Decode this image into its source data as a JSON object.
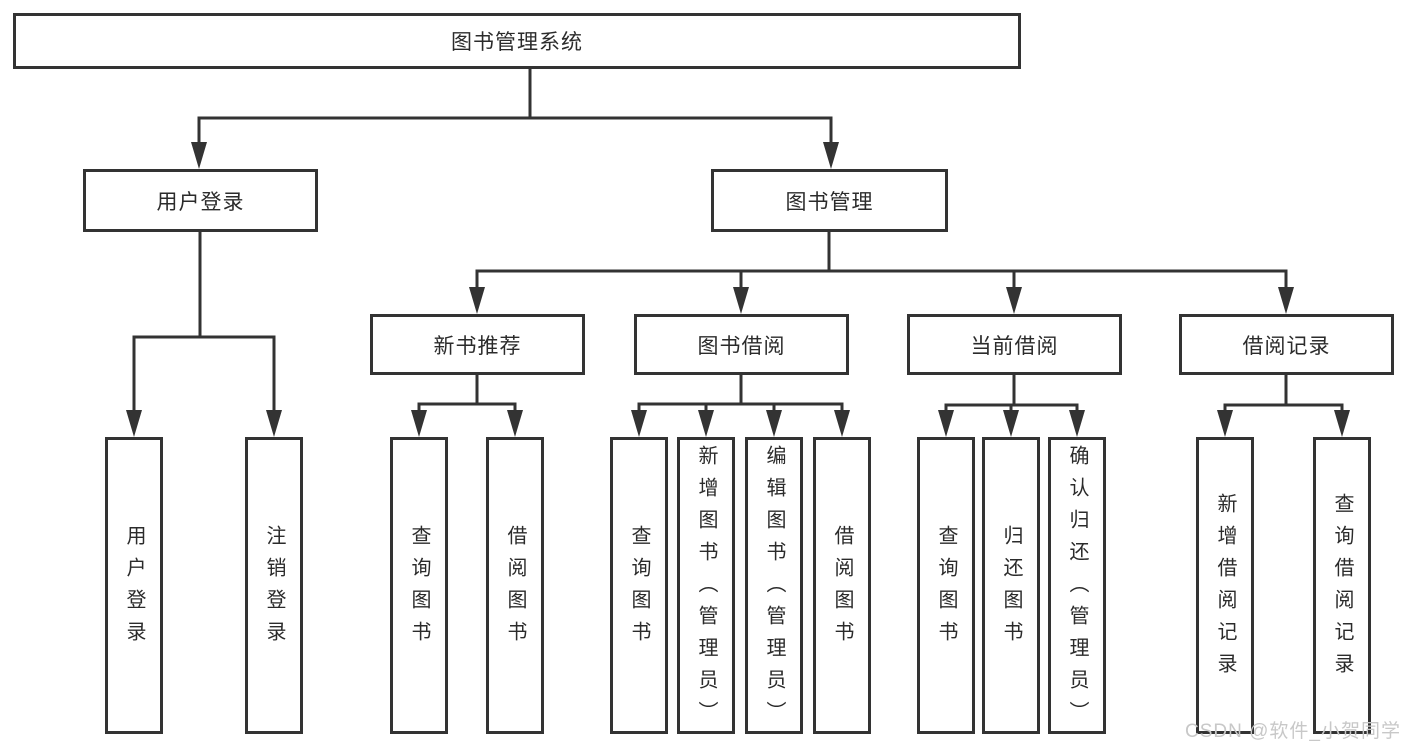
{
  "root": {
    "label": "图书管理系统"
  },
  "branches": [
    {
      "label": "用户登录",
      "children": [
        {
          "label": "用户登录"
        },
        {
          "label": "注销登录"
        }
      ]
    },
    {
      "label": "图书管理",
      "children": [
        {
          "label": "新书推荐",
          "children": [
            {
              "label": "查询图书"
            },
            {
              "label": "借阅图书"
            }
          ]
        },
        {
          "label": "图书借阅",
          "children": [
            {
              "label": "查询图书"
            },
            {
              "label": "新增图书（管理员）"
            },
            {
              "label": "编辑图书（管理员）"
            },
            {
              "label": "借阅图书"
            }
          ]
        },
        {
          "label": "当前借阅",
          "children": [
            {
              "label": "查询图书"
            },
            {
              "label": "归还图书"
            },
            {
              "label": "确认归还（管理员）"
            }
          ]
        },
        {
          "label": "借阅记录",
          "children": [
            {
              "label": "新增借阅记录"
            },
            {
              "label": "查询借阅记录"
            }
          ]
        }
      ]
    }
  ],
  "watermark": "CSDN @软件_小贺同学",
  "colors": {
    "line": "#333333",
    "box_border": "#333333",
    "box_background": "#ffffff",
    "text": "#2b2b2b",
    "watermark_text": "#c8c8c8",
    "page_background": "#ffffff"
  }
}
